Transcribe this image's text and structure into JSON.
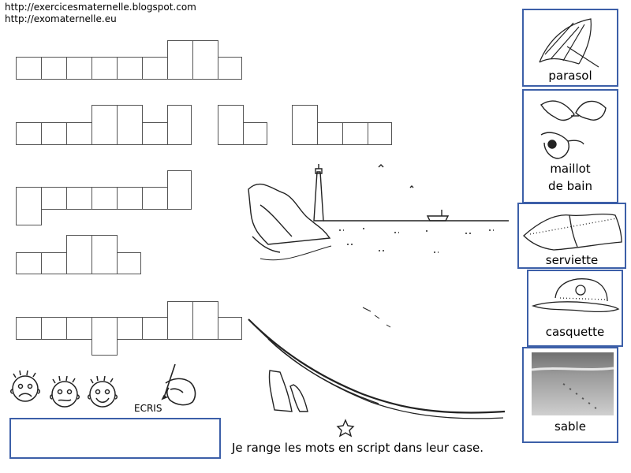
{
  "header": {
    "url1": "http://exercicesmaternelle.blogspot.com",
    "url2": "http://exomaternelle.eu"
  },
  "cards": [
    {
      "label": "parasol",
      "icon": "umbrella-icon"
    },
    {
      "label": "maillot\nde bain",
      "icon": "swimsuit-icon"
    },
    {
      "label": "serviette",
      "icon": "towel-icon"
    },
    {
      "label": "casquette",
      "icon": "cap-icon"
    },
    {
      "label": "sable",
      "icon": "sand-photo"
    }
  ],
  "faces": [
    "sad-face-icon",
    "neutral-face-icon",
    "happy-face-icon"
  ],
  "ecris_label": "ECRIS",
  "instruction": "Je range les mots en script dans leur case."
}
